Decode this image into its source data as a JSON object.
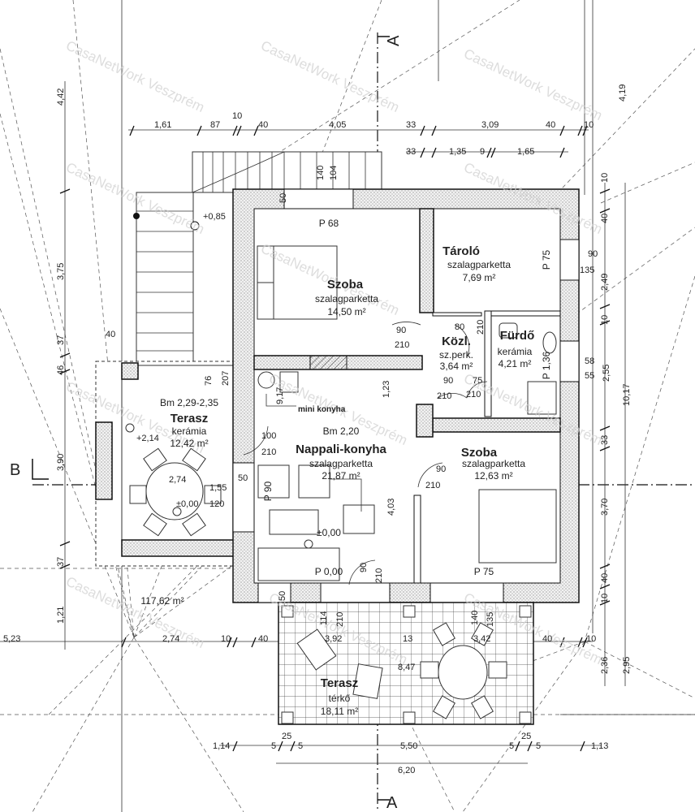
{
  "watermark": "CasaNetWork Veszprém",
  "sections": {
    "a_top": "A",
    "a_bottom": "A",
    "b": "B"
  },
  "rooms": {
    "szoba1": {
      "name": "Szoba",
      "floor": "szalagparketta",
      "area": "14,50 m²",
      "sill": "P 68"
    },
    "tarolo": {
      "name": "Tároló",
      "floor": "szalagparketta",
      "area": "7,69 m²",
      "sill": "P 75"
    },
    "kozl": {
      "name": "Közl.",
      "floor": "sz.perk.",
      "area": "3,64 m²"
    },
    "furdo": {
      "name": "Fürdő",
      "floor": "kerámia",
      "area": "4,21 m²",
      "sill": "P 1,36"
    },
    "nappali": {
      "name": "Nappali-konyha",
      "floor": "szalagparketta",
      "area": "21,87 m²",
      "height": "Bm 2,20",
      "level": "±0,00",
      "sill": "P 0,00",
      "sill2": "P 90",
      "kitchen": "mini konyha"
    },
    "szoba2": {
      "name": "Szoba",
      "floor": "szalagparketta",
      "area": "12,63 m²",
      "sill": "P 75"
    },
    "terasz1": {
      "name": "Terasz",
      "floor": "kerámia",
      "area": "12,42 m²",
      "height": "Bm 2,29-2,35",
      "level": "+2,14",
      "level2": "±0,00",
      "dim": "2,74"
    },
    "terasz2": {
      "name": "Terasz",
      "floor": "térkő",
      "area": "18,11 m²"
    }
  },
  "misc": {
    "stair_level": "+0,85",
    "total_area": "117,62 m²"
  },
  "dims": {
    "top1": [
      "1,61",
      "87",
      "10",
      "40",
      "4,05",
      "33",
      "3,09",
      "40",
      "10"
    ],
    "top2": [
      "33",
      "1,35",
      "9",
      "1,65"
    ],
    "stair": [
      "140",
      "104",
      "50"
    ],
    "left": [
      "4,42",
      "3,75",
      "37",
      "46",
      "3,90",
      "37",
      "1,21",
      "5,23",
      "40"
    ],
    "right": [
      "4,19",
      "10",
      "40",
      "90",
      "135",
      "2,49",
      "10",
      "58",
      "55",
      "2,55",
      "10,17",
      "33",
      "3,70",
      "40",
      "10",
      "2,36",
      "2,95"
    ],
    "doors": [
      "90",
      "210",
      "80",
      "210",
      "90",
      "75",
      "210",
      "210",
      "1,23",
      "9,17",
      "100",
      "210",
      "50",
      "1,55",
      "120",
      "4,03",
      "90",
      "210",
      "90",
      "210",
      "76",
      "207"
    ],
    "bottom1": [
      "2,74",
      "10",
      "40",
      "3,92",
      "13",
      "3,42",
      "40",
      "10"
    ],
    "terrace": [
      "114",
      "210",
      "140",
      "135",
      "8,47",
      "50"
    ],
    "bottom2": [
      "1,14",
      "5",
      "25",
      "5",
      "5,50",
      "5",
      "25",
      "5",
      "1,13"
    ],
    "bottom3": "6,20"
  }
}
